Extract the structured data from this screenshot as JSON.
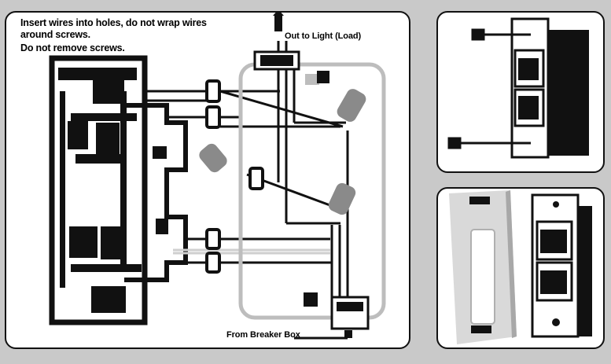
{
  "instructions": {
    "line1": "Insert wires into holes, do not wrap wires around screws.",
    "line2": "Do not remove screws."
  },
  "labels": {
    "load": "Out to Light (Load)",
    "breaker": "From Breaker Box"
  },
  "colors": {
    "background": "#c9c9c9",
    "panel": "#ffffff",
    "ink": "#111111",
    "gray_part": "#8a8a8a",
    "light_gray": "#bdbdbd"
  },
  "icons": [
    "wire-nut-icon",
    "screw-icon",
    "switch-device-icon",
    "wall-plate-icon"
  ]
}
